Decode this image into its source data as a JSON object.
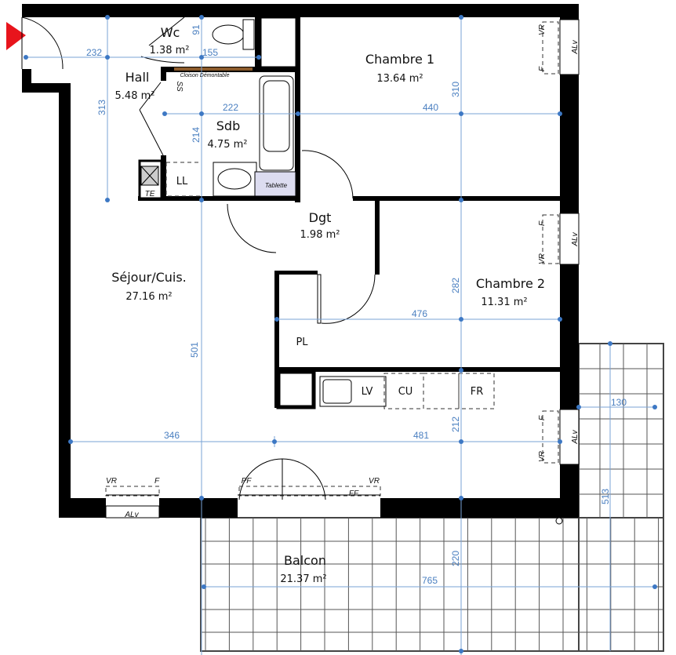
{
  "rooms": {
    "wc": {
      "name": "Wc",
      "area": "1.38 m²"
    },
    "hall": {
      "name": "Hall",
      "area": "5.48 m²"
    },
    "sdb": {
      "name": "Sdb",
      "area": "4.75 m²"
    },
    "chambre1": {
      "name": "Chambre 1",
      "area": "13.64 m²"
    },
    "dgt": {
      "name": "Dgt",
      "area": "1.98 m²"
    },
    "chambre2": {
      "name": "Chambre 2",
      "area": "11.31 m²"
    },
    "sejour": {
      "name": "Séjour/Cuis.",
      "area": "27.16 m²"
    },
    "balcon": {
      "name": "Balcon",
      "area": "21.37 m²"
    }
  },
  "dimensions": {
    "d232": "232",
    "d91": "91",
    "d155": "155",
    "d313": "313",
    "d222": "222",
    "d214": "214",
    "d310": "310",
    "d440": "440",
    "d282": "282",
    "d476": "476",
    "d501": "501",
    "d346": "346",
    "d481": "481",
    "d212": "212",
    "d130": "130",
    "d513": "513",
    "d220": "220",
    "d765": "765"
  },
  "labels": {
    "cloison": "Cloison Démontable",
    "tablette": "Tablette",
    "ll": "LL",
    "te": "TE",
    "pl": "PL",
    "lv": "LV",
    "cu": "CU",
    "fr": "FR",
    "ss": "SS",
    "vr": "VR",
    "f": "F",
    "alv": "ALv",
    "pf": "PF",
    "ff": "FF"
  },
  "colors": {
    "wall": "#000000",
    "dimension": "#4a7fc0",
    "entry_marker": "#e8141c",
    "cloison": "#8b5a2b",
    "tablette": "#dcdcf0"
  }
}
